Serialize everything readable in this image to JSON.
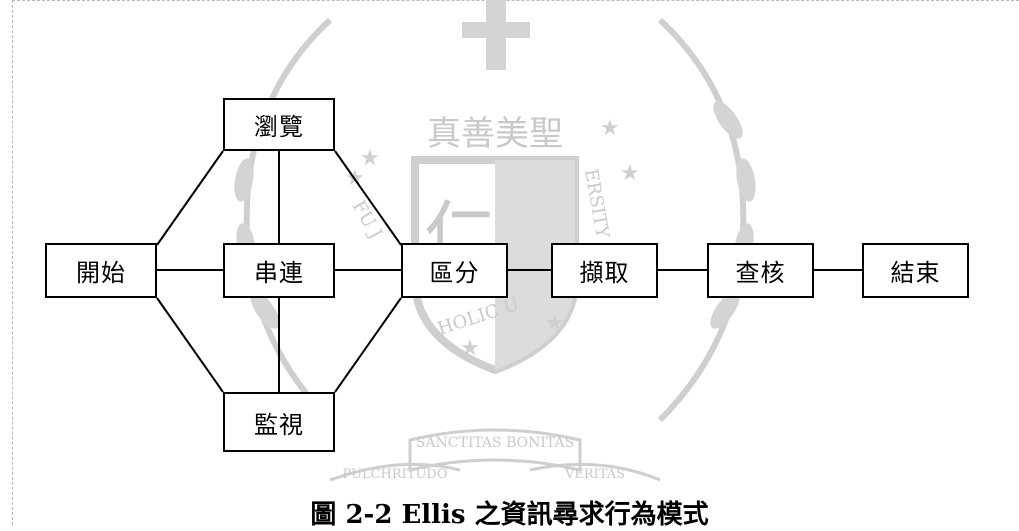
{
  "nodes": {
    "browse": "瀏覽",
    "start": "開始",
    "chain": "串連",
    "differentiate": "區分",
    "extract": "擷取",
    "verify": "查核",
    "end": "結束",
    "monitor": "監視"
  },
  "caption": "圖 2-2 Ellis 之資訊尋求行為模式",
  "watermark": {
    "motto_top": "真善美聖",
    "ribbon_1": "SANCTITAS BONITAS",
    "ribbon_2": "PULCHRITUDO",
    "ribbon_3": "VERITAS",
    "arc_left": "FU J",
    "arc_right": "ERSITY",
    "arc_bottom": "HOLIC U",
    "emblem_char": "仁"
  },
  "colors": {
    "line": "#000000",
    "watermark": "#c9c9c9"
  }
}
